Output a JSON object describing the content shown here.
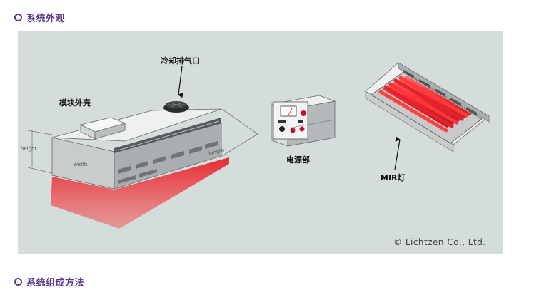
{
  "sections": [
    {
      "title": "系统外观",
      "icon": "circle-bullet-icon"
    },
    {
      "title": "系统组成方法",
      "icon": "circle-bullet-icon"
    }
  ],
  "diagram": {
    "labels": {
      "cooling_exhaust": "冷却排气口",
      "housing": "模块外壳",
      "power_supply": "电源部",
      "mir_lamp": "MIR灯"
    },
    "dimensions": {
      "height": "height",
      "width": "width",
      "length": "length"
    },
    "copyright": "© Lichtzen Co., Ltd."
  },
  "colors": {
    "accent": "#5b3a8c",
    "panel_bg": "#d5dcdc",
    "lamp_red": "#e8202a"
  }
}
